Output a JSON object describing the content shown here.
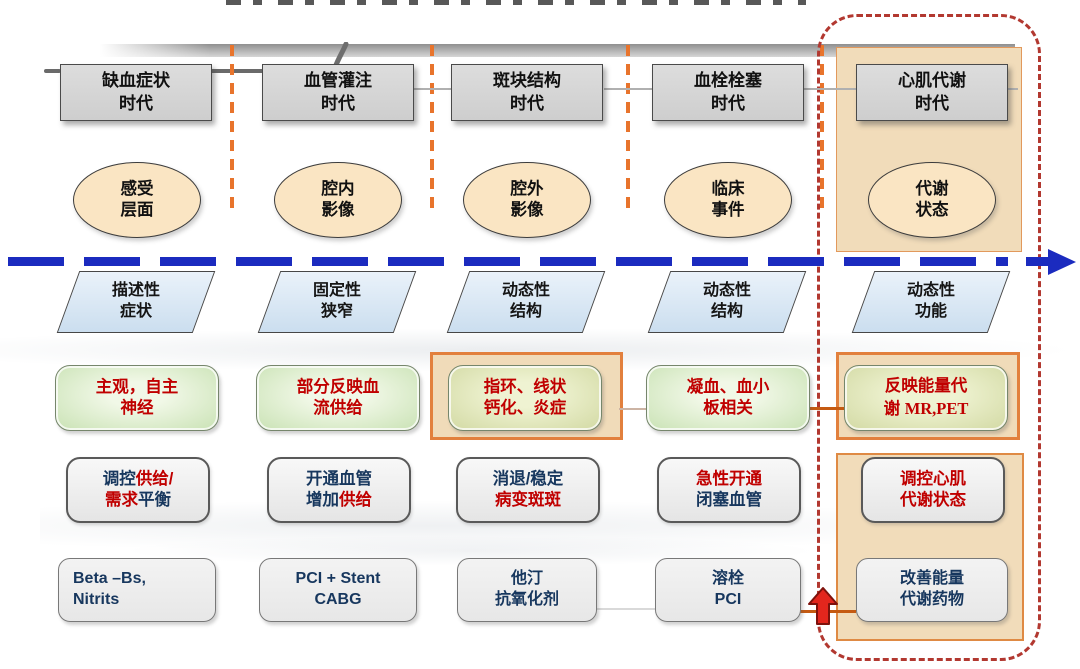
{
  "colors": {
    "red_text": "#c00000",
    "blue_text": "#17375e",
    "timeline_blue": "#1b2bbf",
    "separator_orange": "#e8742c",
    "highlight_tan": "#f1dcba",
    "frame_orange": "#e2803d",
    "outline_red": "#b23830",
    "up_arrow_red": "#e3261d",
    "era_box_gray": "#d6d6d6",
    "ellipse_peach": "#fae5c3",
    "parallelogram_blue": "#d5e4f2",
    "feature_green": "#d9ebc8"
  },
  "timeline": {
    "direction": "right"
  },
  "columns": [
    {
      "era": "缺血症状\n时代",
      "concept": "感受\n层面",
      "attribute": "描述性\n症状",
      "feature": [
        [
          {
            "t": "主观，自主",
            "c": "red"
          }
        ],
        [
          {
            "t": "神经",
            "c": "red"
          }
        ]
      ],
      "strategy": [
        [
          {
            "t": "调控",
            "c": "blue"
          },
          {
            "t": "供给/",
            "c": "red"
          }
        ],
        [
          {
            "t": "需求",
            "c": "red"
          },
          {
            "t": "平衡",
            "c": "blue"
          }
        ]
      ],
      "therapy": [
        [
          {
            "t": "Beta –Bs,",
            "c": "blue"
          }
        ],
        [
          {
            "t": "Nitrits",
            "c": "blue"
          }
        ]
      ]
    },
    {
      "era": "血管灌注\n时代",
      "concept": "腔内\n影像",
      "attribute": "固定性\n狭窄",
      "feature": [
        [
          {
            "t": "部分反映血",
            "c": "red"
          }
        ],
        [
          {
            "t": "流供给",
            "c": "red"
          }
        ]
      ],
      "strategy": [
        [
          {
            "t": "开通血管",
            "c": "blue"
          }
        ],
        [
          {
            "t": "增加",
            "c": "blue"
          },
          {
            "t": "供给",
            "c": "red"
          }
        ]
      ],
      "therapy": [
        [
          {
            "t": "PCI + Stent",
            "c": "blue"
          }
        ],
        [
          {
            "t": "CABG",
            "c": "blue"
          }
        ]
      ]
    },
    {
      "era": "斑块结构\n时代",
      "concept": "腔外\n影像",
      "attribute": "动态性\n结构",
      "feature": [
        [
          {
            "t": "指环、线状",
            "c": "red"
          }
        ],
        [
          {
            "t": "钙化、炎症",
            "c": "red"
          }
        ]
      ],
      "strategy": [
        [
          {
            "t": "消退/稳定",
            "c": "blue"
          }
        ],
        [
          {
            "t": "病变斑斑",
            "c": "red"
          }
        ]
      ],
      "therapy": [
        [
          {
            "t": "他汀",
            "c": "blue"
          }
        ],
        [
          {
            "t": "抗氧化剂",
            "c": "blue"
          }
        ]
      ]
    },
    {
      "era": "血栓栓塞\n时代",
      "concept": "临床\n事件",
      "attribute": "动态性\n结构",
      "feature": [
        [
          {
            "t": "凝血、血小",
            "c": "red"
          }
        ],
        [
          {
            "t": "板相关",
            "c": "red"
          }
        ]
      ],
      "strategy": [
        [
          {
            "t": "急性开通",
            "c": "red"
          }
        ],
        [
          {
            "t": "闭塞血管",
            "c": "blue"
          }
        ]
      ],
      "therapy": [
        [
          {
            "t": "溶栓",
            "c": "blue"
          }
        ],
        [
          {
            "t": "PCI",
            "c": "blue"
          }
        ]
      ]
    },
    {
      "era": "心肌代谢\n时代",
      "concept": "代谢\n状态",
      "attribute": "动态性\n功能",
      "feature": [
        [
          {
            "t": "反映能量代",
            "c": "red"
          }
        ],
        [
          {
            "t": "谢 ",
            "c": "red"
          },
          {
            "t": "MR,PET",
            "c": "red-serif"
          }
        ]
      ],
      "strategy": [
        [
          {
            "t": "调控心肌",
            "c": "red"
          }
        ],
        [
          {
            "t": "代谢状态",
            "c": "red"
          }
        ]
      ],
      "therapy": [
        [
          {
            "t": "改善能量",
            "c": "blue"
          }
        ],
        [
          {
            "t": "代谢药物",
            "c": "blue"
          }
        ]
      ]
    }
  ]
}
